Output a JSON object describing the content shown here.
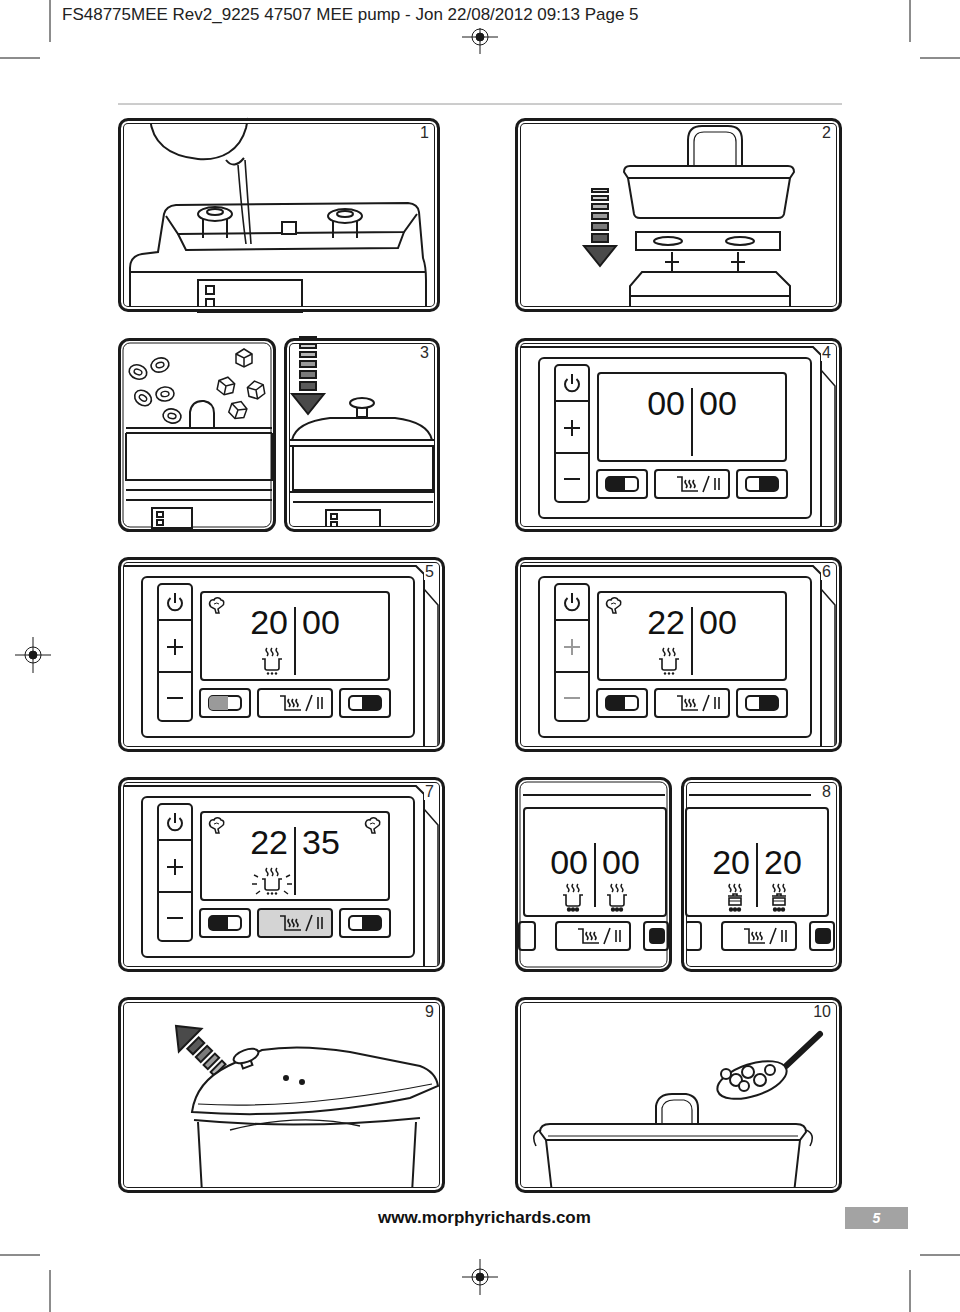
{
  "diagram": {
    "nodes": [
      {
        "text": [
          "1"
        ]
      },
      {
        "text": [
          "2"
        ]
      },
      {
        "text": [
          "3"
        ]
      },
      {
        "text": [
          "4"
        ]
      },
      {
        "text": [
          "00",
          "00"
        ],
        "in": 3
      },
      {
        "text": [
          "5"
        ]
      },
      {
        "text": [
          "20",
          "00"
        ],
        "in": 5
      },
      {
        "text": [
          "6"
        ]
      },
      {
        "text": [
          "22",
          "00"
        ],
        "in": 7
      },
      {
        "text": [
          "7"
        ]
      },
      {
        "text": [
          "22",
          "35"
        ],
        "in": 9
      },
      {
        "text": [
          "00",
          "00"
        ]
      },
      {
        "text": [
          "8"
        ]
      },
      {
        "text": [
          "20",
          "20"
        ],
        "in": 12
      },
      {
        "text": [
          "9"
        ]
      },
      {
        "text": [
          "10"
        ]
      },
      {
        "text": [
          "5"
        ]
      }
    ],
    "labels": [
      "FS48775MEE Rev2_9225 47507 MEE pump - Jon 22/08/2012 09:13 Page 5",
      "www.morphyrichards.com"
    ]
  }
}
